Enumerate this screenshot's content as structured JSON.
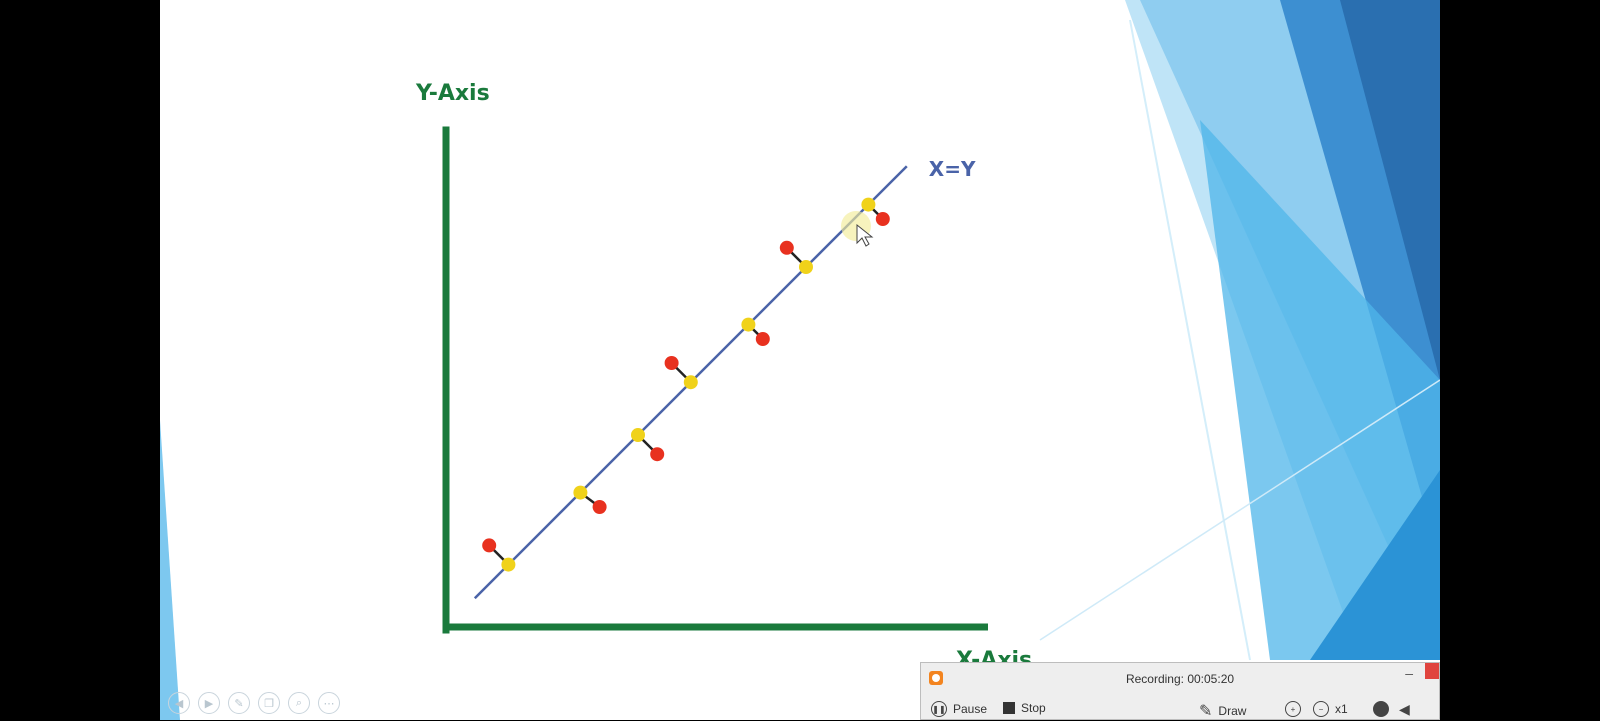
{
  "chart_data": {
    "type": "scatter",
    "title": "",
    "xlabel": "X-Axis",
    "ylabel": "Y-Axis",
    "line_label": "X=Y",
    "xlim": [
      0,
      10
    ],
    "ylim": [
      0,
      10
    ],
    "fit_line": {
      "from": [
        0.6,
        0.6
      ],
      "to": [
        9.6,
        9.6
      ]
    },
    "projected_points": [
      {
        "x": 1.3,
        "y": 1.3
      },
      {
        "x": 2.8,
        "y": 2.8
      },
      {
        "x": 4.0,
        "y": 4.0
      },
      {
        "x": 5.1,
        "y": 5.1
      },
      {
        "x": 6.3,
        "y": 6.3
      },
      {
        "x": 7.5,
        "y": 7.5
      },
      {
        "x": 8.8,
        "y": 8.8
      }
    ],
    "actual_points": [
      {
        "x": 0.9,
        "y": 1.7
      },
      {
        "x": 3.2,
        "y": 2.5
      },
      {
        "x": 4.4,
        "y": 3.6
      },
      {
        "x": 4.7,
        "y": 5.5
      },
      {
        "x": 6.6,
        "y": 6.0
      },
      {
        "x": 7.1,
        "y": 7.9
      },
      {
        "x": 9.1,
        "y": 8.5
      }
    ],
    "colors": {
      "axes": "#1a7a3c",
      "line": "#4a63a8",
      "projected": "#f0d21a",
      "actual": "#e8311f",
      "connector": "#222222",
      "x_eq_y_label": "#4a63a8"
    }
  },
  "slide_tools": [
    "previous-icon",
    "play-icon",
    "pen-icon",
    "copy-icon",
    "zoom-icon",
    "more-icon"
  ],
  "recorder": {
    "status_label": "Recording:",
    "time": "00:05:20",
    "pause_label": "Pause",
    "stop_label": "Stop",
    "draw_label": "Draw",
    "zoom_level": "x1"
  }
}
